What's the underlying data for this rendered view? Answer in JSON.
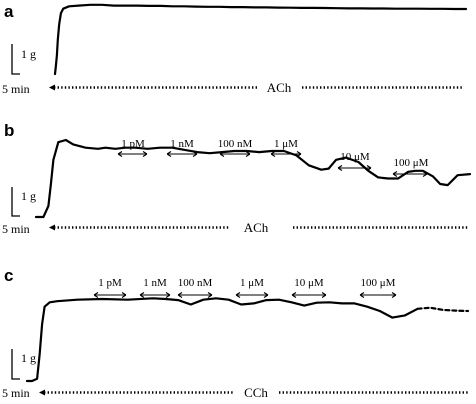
{
  "chart_data": [
    {
      "type": "line",
      "panel": "a",
      "scale_force": "1 g",
      "scale_time": "5 min",
      "agonist": "ACh",
      "trace": {
        "x": [
          0,
          0.3,
          0.8,
          1.2,
          1.8,
          2.5,
          3.5,
          6,
          10,
          15,
          20,
          25,
          30,
          35,
          40,
          45,
          50,
          55,
          60,
          65,
          70,
          75,
          80,
          85,
          90,
          95,
          100,
          105,
          110,
          115,
          120,
          125,
          130,
          135,
          140,
          145,
          150,
          155,
          160,
          165,
          170,
          175
        ],
        "y": [
          0,
          0.4,
          1.2,
          2.2,
          3.2,
          3.9,
          4.2,
          4.35,
          4.4,
          4.45,
          4.45,
          4.4,
          4.4,
          4.4,
          4.38,
          4.38,
          4.35,
          4.35,
          4.33,
          4.32,
          4.32,
          4.3,
          4.3,
          4.28,
          4.28,
          4.27,
          4.26,
          4.25,
          4.25,
          4.24,
          4.23,
          4.22,
          4.22,
          4.21,
          4.21,
          4.2,
          4.2,
          4.2,
          4.19,
          4.19,
          4.18,
          4.18
        ]
      }
    },
    {
      "type": "line",
      "panel": "b",
      "scale_force": "1 g",
      "scale_time": "5 min",
      "agonist": "ACh",
      "concentration_labels": [
        "1 pM",
        "1 nM",
        "100 nM",
        "1 μM",
        "10 μM",
        "100 μM"
      ],
      "trace": {
        "x": [
          0,
          3,
          5,
          6,
          7,
          9,
          12,
          15,
          20,
          25,
          28,
          32,
          36,
          40,
          45,
          50,
          55,
          60,
          65,
          70,
          75,
          80,
          85,
          90,
          95,
          100,
          105,
          110,
          115,
          118,
          121,
          125,
          130,
          134,
          138,
          142,
          146,
          150,
          153,
          156,
          160,
          163,
          166,
          170,
          175
        ],
        "y": [
          0,
          0,
          0.5,
          1.5,
          2.6,
          3.4,
          3.5,
          3.3,
          3.15,
          3.1,
          3.15,
          3.1,
          3.15,
          3.15,
          3.1,
          3.15,
          3.15,
          3.05,
          2.95,
          2.9,
          2.95,
          3.0,
          3.0,
          2.95,
          3.0,
          3.0,
          2.8,
          2.35,
          2.15,
          2.2,
          2.6,
          2.7,
          2.5,
          2.1,
          1.8,
          1.75,
          1.75,
          2.05,
          2.1,
          2.1,
          1.85,
          1.5,
          1.45,
          1.9,
          1.95
        ]
      }
    },
    {
      "type": "line",
      "panel": "c",
      "scale_force": "1 g",
      "scale_time": "5 min",
      "agonist": "CCh",
      "concentration_labels": [
        "1 pM",
        "1 nM",
        "100 nM",
        "1 μM",
        "10 μM",
        "100 μM"
      ],
      "trace": {
        "x": [
          0,
          2,
          4,
          5,
          6,
          7,
          9,
          12,
          20,
          30,
          40,
          50,
          55,
          60,
          65,
          70,
          75,
          80,
          85,
          90,
          95,
          100,
          105,
          110,
          115,
          120,
          125,
          130,
          135,
          140,
          145,
          150,
          155,
          160,
          165,
          170,
          175
        ],
        "y": [
          0,
          0,
          0.1,
          1.2,
          2.6,
          3.4,
          3.6,
          3.65,
          3.72,
          3.75,
          3.72,
          3.78,
          3.75,
          3.7,
          3.5,
          3.72,
          3.78,
          3.72,
          3.5,
          3.55,
          3.7,
          3.72,
          3.6,
          3.45,
          3.58,
          3.6,
          3.55,
          3.55,
          3.4,
          3.2,
          2.9,
          3.0,
          3.3,
          3.35,
          3.25,
          3.22,
          3.2
        ]
      }
    }
  ]
}
